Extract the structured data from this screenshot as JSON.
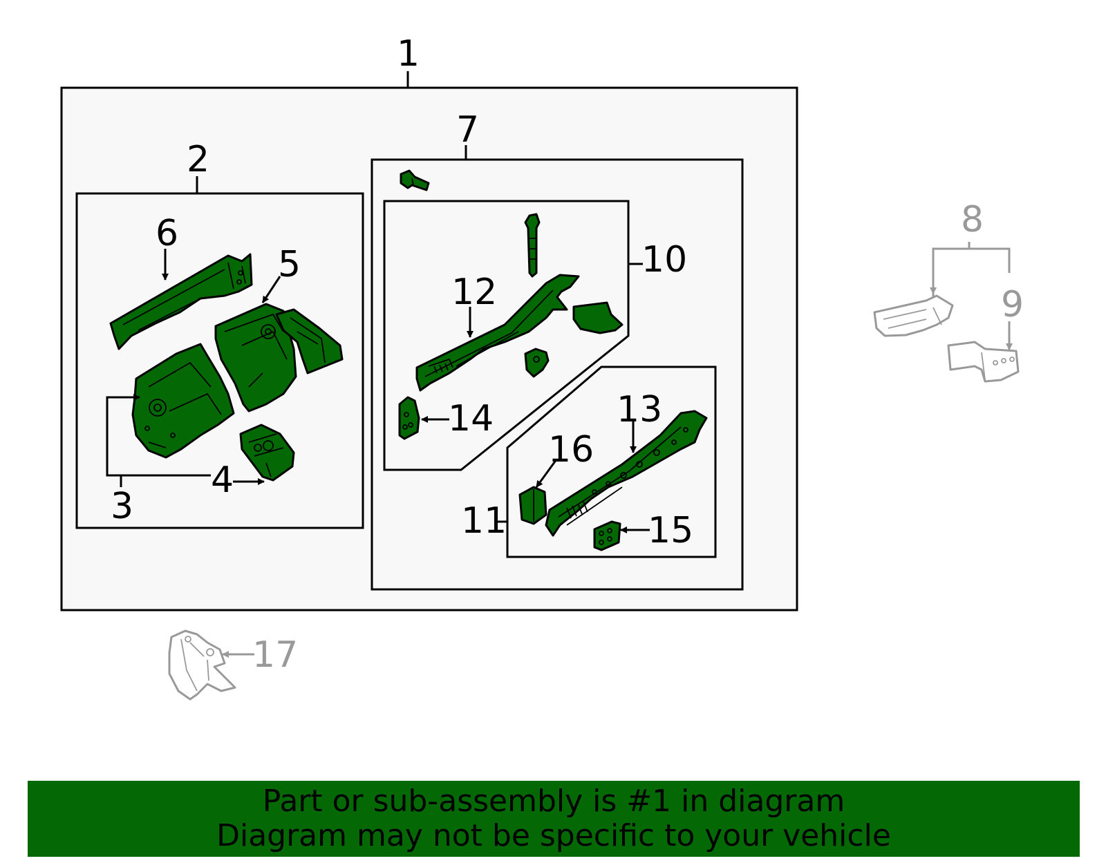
{
  "callouts": {
    "c1": "1",
    "c2": "2",
    "c3": "3",
    "c4": "4",
    "c5": "5",
    "c6": "6",
    "c7": "7",
    "c8": "8",
    "c9": "9",
    "c10": "10",
    "c11": "11",
    "c12": "12",
    "c13": "13",
    "c14": "14",
    "c15": "15",
    "c16": "16",
    "c17": "17"
  },
  "banner": {
    "line1": "Part or sub-assembly is #1 in diagram",
    "line2": "Diagram may not be specific to your vehicle"
  },
  "colors": {
    "highlight_part": "#046904",
    "banner": "#046904",
    "frame_fill": "#f8f8f8",
    "non_included_part": "#999999"
  }
}
